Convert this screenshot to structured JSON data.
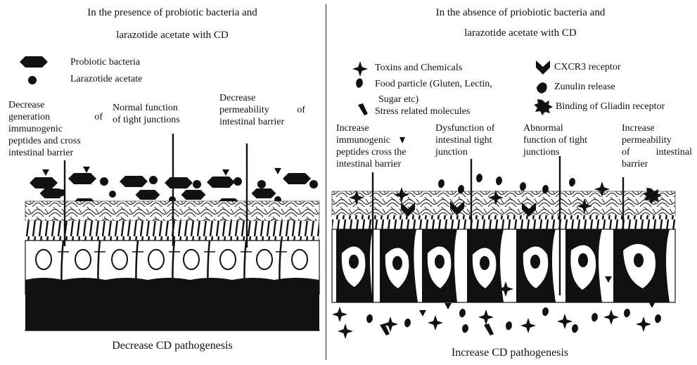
{
  "left": {
    "title_line1": "In the presence of probiotic bacteria and",
    "title_line2": "larazotide acetate with CD",
    "legend": [
      {
        "icon": "probiotic-bacteria-icon",
        "label": "Probiotic bacteria"
      },
      {
        "icon": "larazotide-acetate-icon",
        "label": "Larazotide acetate"
      }
    ],
    "labels": {
      "a1": "Decrease",
      "a2": "generation of",
      "a3": "immunogenic",
      "a4": "peptides and cross",
      "a5": "intestinal barrier",
      "b1": "Normal function",
      "b2": "of tight junctions",
      "c1": "Decrease",
      "c2": "permeability of",
      "c3": "intestinal barrier"
    },
    "outcome": "Decrease CD pathogenesis"
  },
  "right": {
    "title_line1": "In the absence of priobiotic bacteria and",
    "title_line2": "larazotide acetate with CD",
    "legend": [
      {
        "icon": "toxins-star-icon",
        "label": "Toxins and Chemicals"
      },
      {
        "icon": "food-particle-icon",
        "label_line1": "Food particle (Gluten, Lectin,",
        "label_line2": "Sugar etc)"
      },
      {
        "icon": "stress-molecule-icon",
        "label": "Stress related molecules"
      },
      {
        "icon": "cxcr3-receptor-icon",
        "label": "CXCR3 receptor"
      },
      {
        "icon": "zonulin-icon",
        "label": "Zunulin release"
      },
      {
        "icon": "gliadin-receptor-icon",
        "label": "Binding of Gliadin receptor"
      }
    ],
    "labels": {
      "d1": "Increase",
      "d2": "immunogenic",
      "d3": "peptides cross the",
      "d4": "intestinal barrier",
      "e1": "Dysfunction of",
      "e2": "intestinal tight",
      "e3": "junction",
      "f1": "Abnormal",
      "f2": "function of tight",
      "f3": "junctions",
      "g1": "Increase",
      "g2": "permeability",
      "g3": "of intestinal",
      "g4": "barrier"
    },
    "outcome": "Increase CD pathogenesis"
  }
}
